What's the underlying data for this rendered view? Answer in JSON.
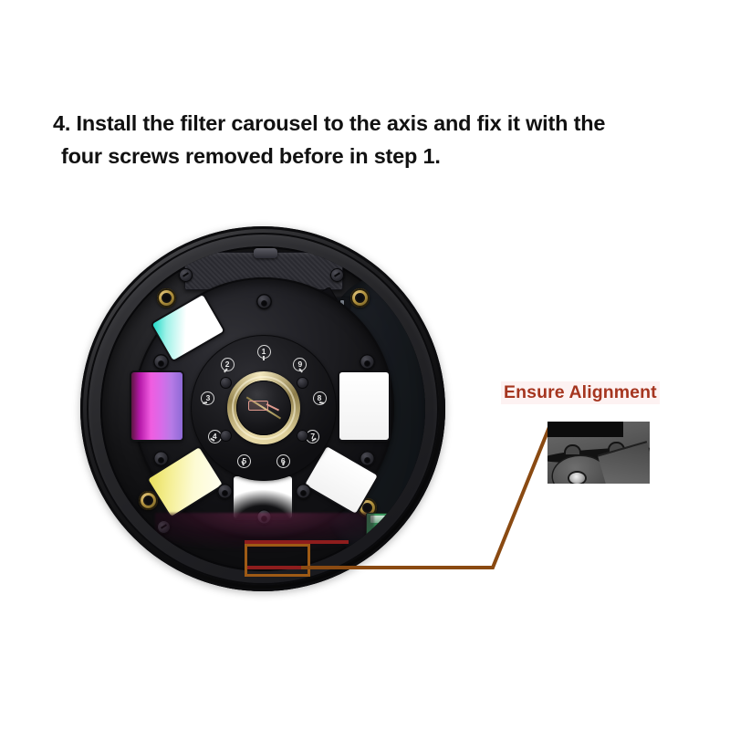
{
  "instruction": {
    "line1": "4. Install the filter carousel to the axis and fix it with the",
    "line2": "four screws removed before in step 1."
  },
  "callout": {
    "label": "Ensure Alignment",
    "label_color": "#a5351f",
    "box_color": "#9e5a15",
    "bar_color": "#8e1d1d",
    "connector_color": "#8a4a12"
  },
  "device": {
    "name": "filter-carousel-camera",
    "body_color": "#1d1d20",
    "positions": [
      {
        "number": "1",
        "angle": -90
      },
      {
        "number": "2",
        "angle": -130
      },
      {
        "number": "3",
        "angle": -170
      },
      {
        "number": "4",
        "angle": 150
      },
      {
        "number": "5",
        "angle": 110
      },
      {
        "number": "6",
        "angle": 70
      },
      {
        "number": "7",
        "angle": 30
      },
      {
        "number": "8",
        "angle": -10
      },
      {
        "number": "9",
        "angle": -50
      }
    ],
    "filters": [
      {
        "name": "filter-slot-teal",
        "color": "#18d8c6"
      },
      {
        "name": "filter-slot-magenta",
        "color": "#f05ce0"
      },
      {
        "name": "filter-slot-yellow",
        "color": "#e8de5a"
      },
      {
        "name": "filter-slot-white-1",
        "color": "#ffffff"
      },
      {
        "name": "filter-slot-white-2",
        "color": "#ffffff"
      },
      {
        "name": "filter-slot-aperture",
        "color": "#0a0a0c"
      }
    ],
    "sensor_color": "#a795c4",
    "terminal_color": "#3f9c63",
    "boss_color": "#b2923e"
  }
}
